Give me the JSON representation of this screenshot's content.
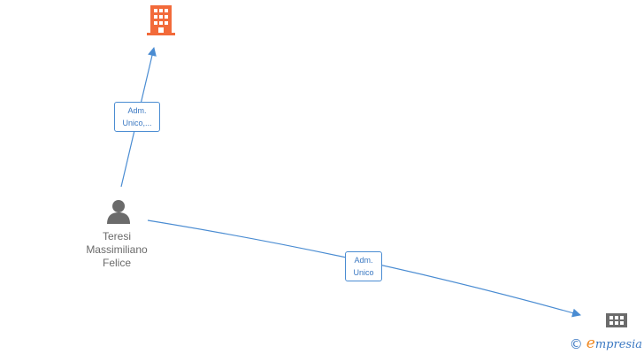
{
  "nodes": {
    "company_top": {
      "icon": "building-icon",
      "color": "#f26a3a"
    },
    "person": {
      "icon": "person-icon",
      "color": "#6b6b6b",
      "name_lines": [
        "Teresi",
        "Massimiliano",
        "Felice"
      ]
    },
    "company_right": {
      "icon": "building-icon",
      "color": "#6b6b6b"
    }
  },
  "edges": [
    {
      "from": "person",
      "to": "company_top",
      "label_lines": [
        "Adm.",
        "Unico,..."
      ]
    },
    {
      "from": "person",
      "to": "company_right",
      "label_lines": [
        "Adm.",
        "Unico"
      ]
    }
  ],
  "colors": {
    "edge": "#4a8cd2",
    "brand": "#3a78c2",
    "brand_accent": "#f08a24"
  },
  "footer": {
    "copyright_symbol": "©",
    "brand_first": "e",
    "brand_rest": "mpresia"
  }
}
